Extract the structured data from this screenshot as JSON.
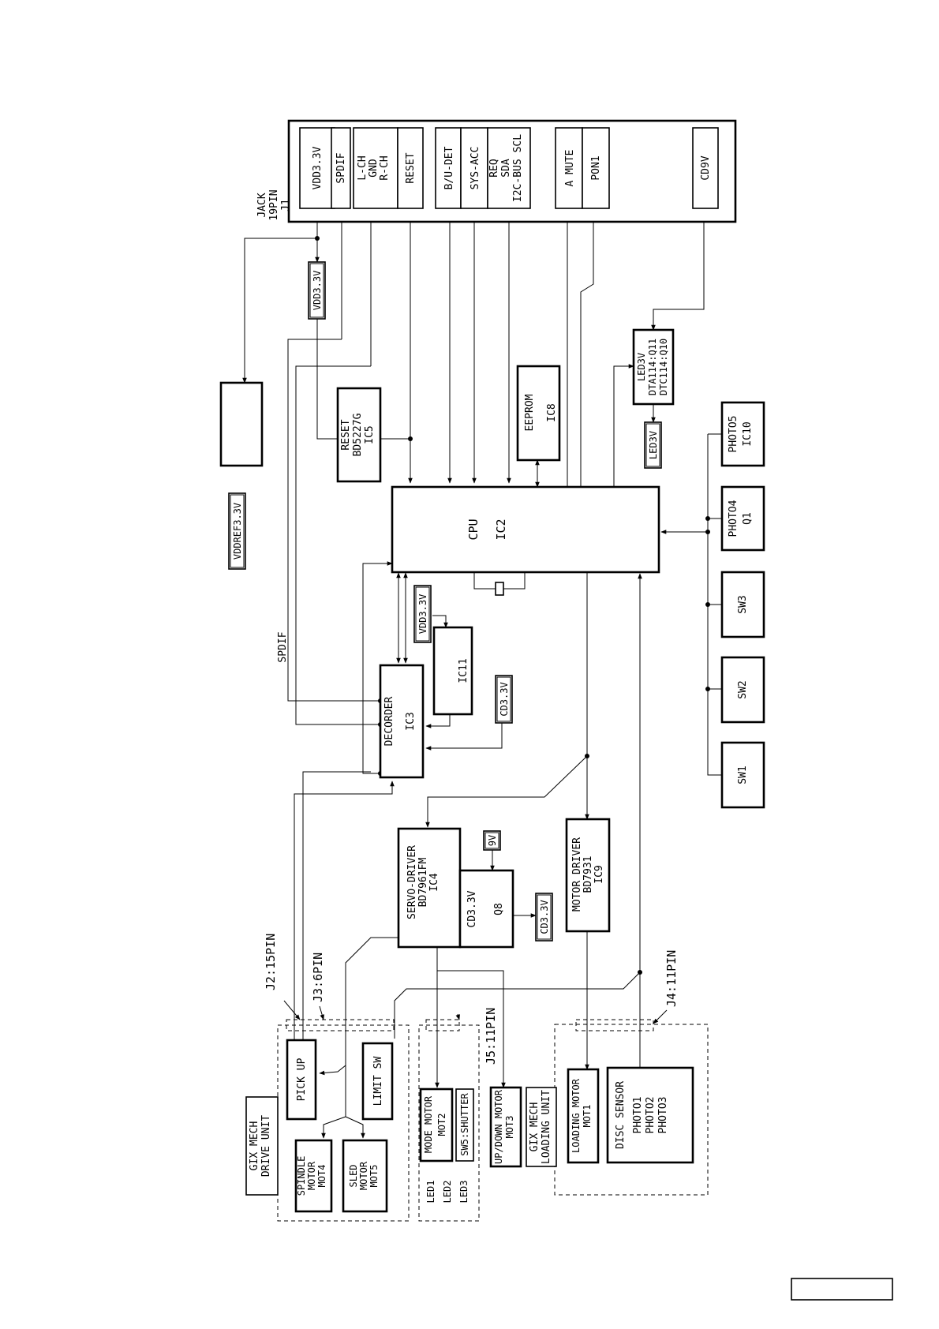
{
  "jack": {
    "title": [
      "JACK",
      "19PIN",
      "J1"
    ],
    "pins": {
      "vdd": "VDD3.3V",
      "spdif": "SPDIF",
      "audio": [
        "L-CH",
        "GND",
        "R-CH"
      ],
      "reset": "RESET",
      "budet": "B/U-DET",
      "sysacc": "SYS-ACC",
      "i2c": [
        "REQ",
        "SDA",
        "I2C-BUS  SCL"
      ],
      "amute": "A MUTE",
      "pon": "PON1",
      "cd9v": "CD9V"
    }
  },
  "power_labels": {
    "vdd_a": "VDD3.3V",
    "vdd_b": "VDD3.3V",
    "vddref": "VDDREF3.3V",
    "cd33_a": "CD3.3V",
    "cd33_b": "CD3.3V",
    "led3v": "LED3V",
    "v9": "9V"
  },
  "blocks": {
    "reset_ic": [
      "RESET",
      "BD5227G",
      "IC5"
    ],
    "eeprom": [
      "EEPROM",
      "IC8"
    ],
    "led_driver": [
      "LED3V",
      "DTA114:Q11",
      "DTC114:Q10"
    ],
    "cpu": [
      "CPU",
      "IC2"
    ],
    "decoder": [
      "DECORDER",
      "IC3"
    ],
    "ic11": "IC11",
    "servo": [
      "SERVO-DRIVER",
      "BD7961FM",
      "IC4"
    ],
    "q8": [
      "CD3.3V",
      "Q8"
    ],
    "motor_driver": [
      "MOTOR DRIVER",
      "BD7931",
      "IC9"
    ],
    "photo5": [
      "PHOTO5",
      "IC10"
    ],
    "photo4": [
      "PHOTO4",
      "Q1"
    ],
    "sw3": "SW3",
    "sw2": "SW2",
    "sw1": "SW1",
    "pickup": "PICK UP",
    "limitsw": "LIMIT SW",
    "spindle": [
      "SPINDLE",
      "MOTOR",
      "MOT4"
    ],
    "sled": [
      "SLED",
      "MOTOR",
      "MOT5"
    ],
    "mode_motor": [
      "MODE  MOTOR",
      "MOT2"
    ],
    "leds": [
      "LED1",
      "LED2",
      "LED3"
    ],
    "sw5": "SW5:SHUTTER",
    "updown": [
      "UP/DOWN MOTOR",
      "MOT3"
    ],
    "loading_motor": [
      "LOADING MOTOR",
      "MOT1"
    ],
    "disc_sensor": [
      "DISC SENSOR",
      "PHOTO1",
      "PHOTO2",
      "PHOTO3"
    ]
  },
  "units": {
    "drive_unit": [
      "GIX  MECH",
      "DRIVE UNIT"
    ],
    "loading_unit": [
      "GIX  MECH",
      "LOADING UNIT"
    ]
  },
  "connectors": {
    "j2": "J2:15PIN",
    "j3": "J3:6PIN",
    "j4": "J4:11PIN",
    "j5": "J5:11PIN"
  },
  "signals": {
    "spdif": "SPDIF"
  }
}
